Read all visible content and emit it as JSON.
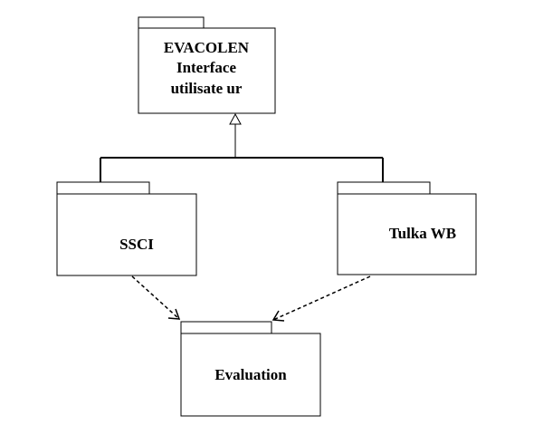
{
  "packages": {
    "evacolen": {
      "lines": [
        "EVACOLEN",
        "Interface",
        "utilisate ur"
      ]
    },
    "ssci": {
      "label": "SSCI"
    },
    "tulka": {
      "label": "Tulka WB"
    },
    "evaluation": {
      "label": "Evaluation"
    }
  },
  "relations": [
    {
      "type": "generalization",
      "from": "ssci",
      "to": "evacolen"
    },
    {
      "type": "generalization",
      "from": "tulka",
      "to": "evacolen"
    },
    {
      "type": "dependency",
      "from": "ssci",
      "to": "evaluation"
    },
    {
      "type": "dependency",
      "from": "tulka",
      "to": "evaluation"
    }
  ]
}
